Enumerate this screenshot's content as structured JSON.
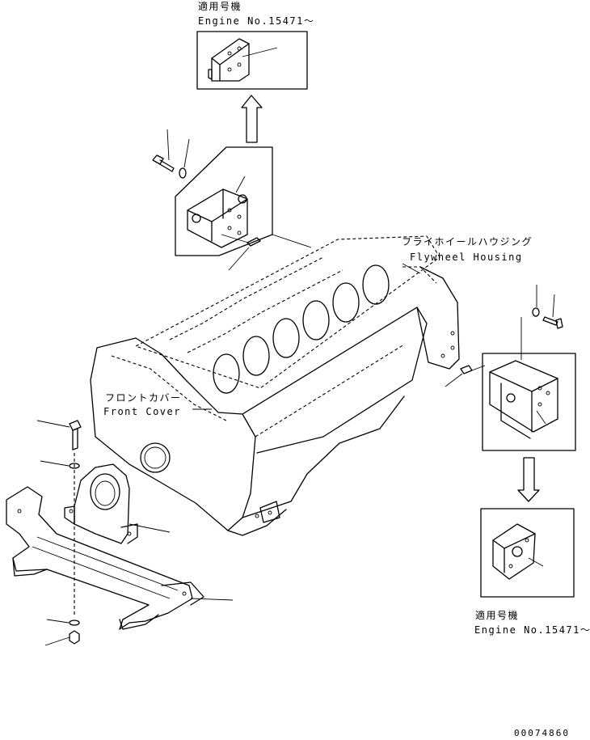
{
  "labels": {
    "top_note_jp": "適用号機",
    "top_note_en": "Engine No.15471～",
    "flywheel_jp": "フライホイールハウジング",
    "flywheel_en": "Flywheel Housing",
    "front_jp": "フロントカバー",
    "front_en": "Front Cover",
    "bottom_note_jp": "適用号機",
    "bottom_note_en": "Engine No.15471～",
    "drawing_number": "00074860"
  }
}
